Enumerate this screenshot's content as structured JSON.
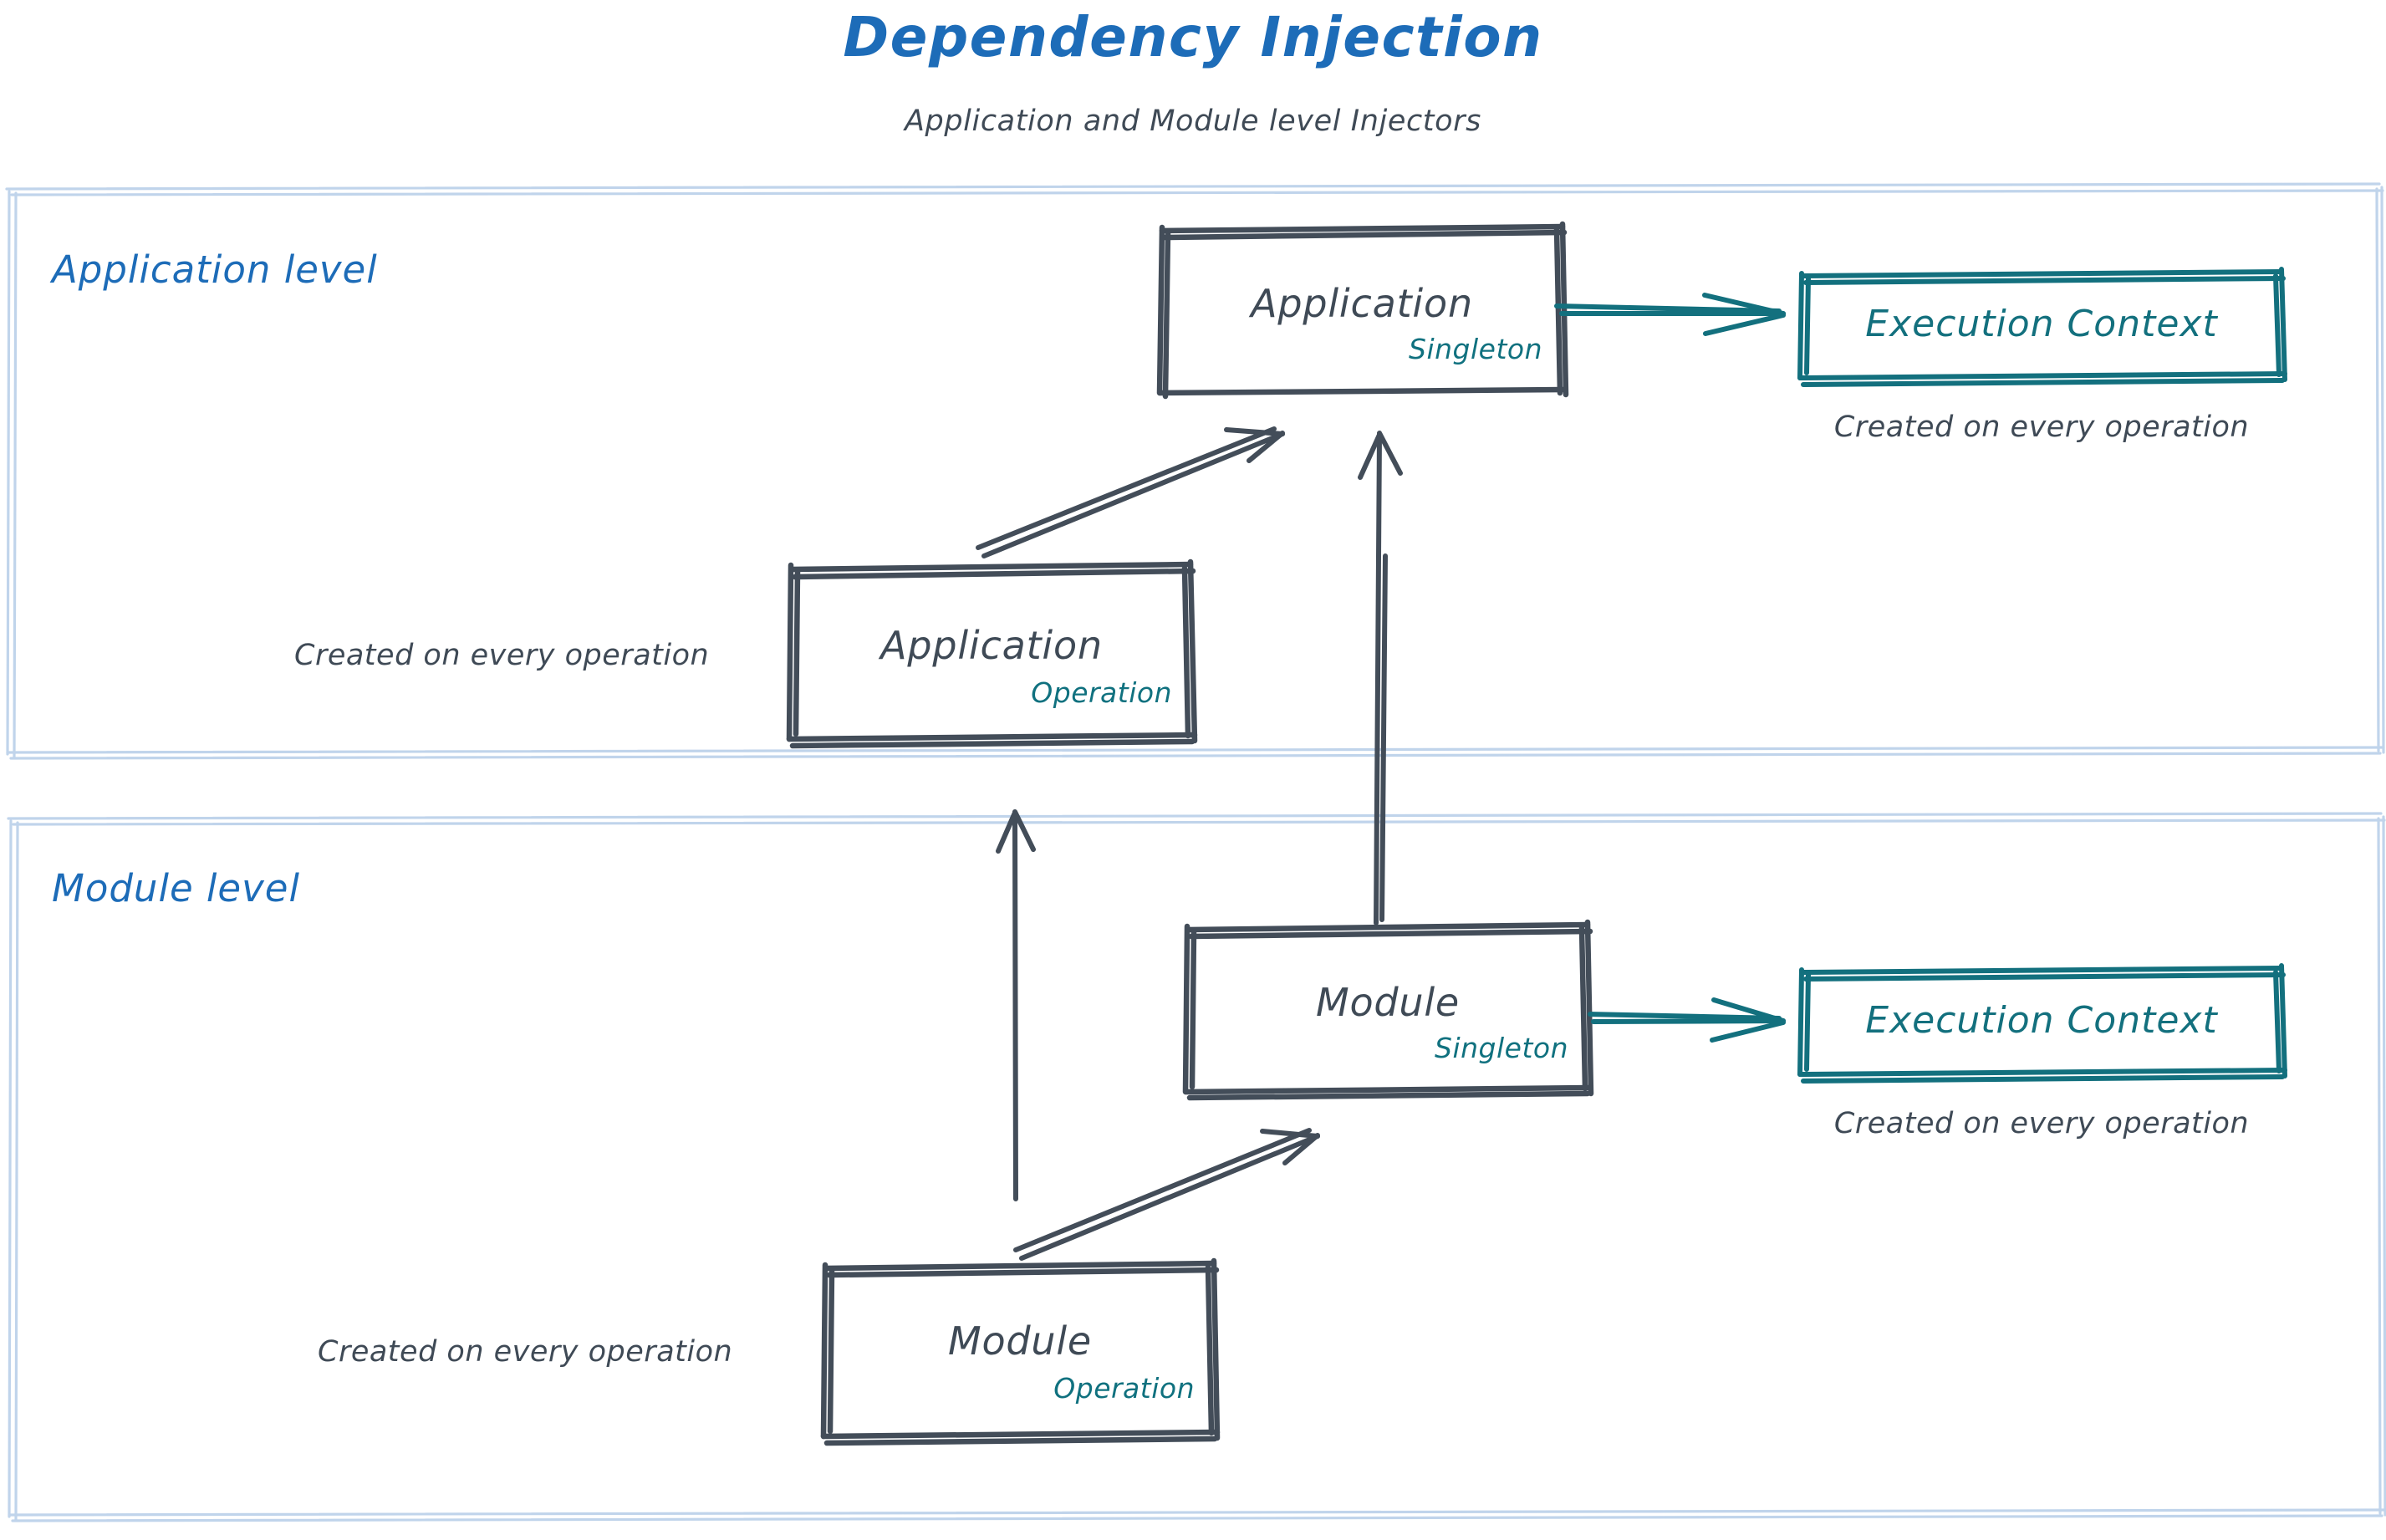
{
  "header": {
    "title": "Dependency Injection",
    "subtitle": "Application and Module level Injectors"
  },
  "colors": {
    "title_blue": "#1d6cb8",
    "ink_gray": "#3f4a56",
    "accent_teal": "#13707e",
    "container_border": "#b9cfe8",
    "background": "#ffffff"
  },
  "sections": [
    {
      "id": "application-level",
      "label": "Application level"
    },
    {
      "id": "module-level",
      "label": "Module level"
    }
  ],
  "nodes": {
    "app_singleton": {
      "title": "Application",
      "scope": "Singleton"
    },
    "app_operation": {
      "title": "Application",
      "scope": "Operation"
    },
    "mod_singleton": {
      "title": "Module",
      "scope": "Singleton"
    },
    "mod_operation": {
      "title": "Module",
      "scope": "Operation"
    },
    "exec_ctx_top": {
      "label": "Execution Context"
    },
    "exec_ctx_bottom": {
      "label": "Execution Context"
    }
  },
  "notes": {
    "exec_ctx_top": "Created on every operation",
    "exec_ctx_bottom": "Created on every operation",
    "app_operation": "Created on every operation",
    "mod_operation": "Created on every operation"
  },
  "edges": [
    {
      "from": "app_singleton",
      "to": "exec_ctx_top",
      "style": "teal-arrow",
      "direction": "right"
    },
    {
      "from": "mod_singleton",
      "to": "exec_ctx_bottom",
      "style": "teal-arrow",
      "direction": "right"
    },
    {
      "from": "app_operation",
      "to": "app_singleton",
      "style": "gray-arrow",
      "direction": "up-right"
    },
    {
      "from": "mod_singleton",
      "to": "app_singleton",
      "style": "gray-arrow",
      "direction": "up"
    },
    {
      "from": "mod_operation",
      "to": "app_operation",
      "style": "gray-arrow",
      "direction": "up"
    },
    {
      "from": "mod_operation",
      "to": "mod_singleton",
      "style": "gray-arrow",
      "direction": "up-right"
    }
  ]
}
